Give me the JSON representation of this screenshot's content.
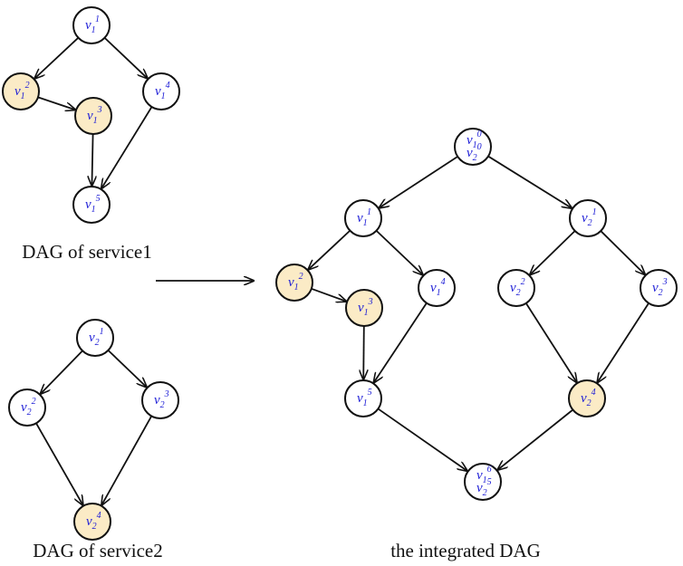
{
  "captions": {
    "service1": "DAG of service1",
    "service2": "DAG of service2",
    "integrated": "the integrated DAG"
  },
  "colors": {
    "highlight": "#FBEBC6",
    "plain": "#FFFFFF",
    "label": "#1A1AD6"
  },
  "graphs": {
    "service1": {
      "nodes": [
        {
          "id": "s1n1",
          "lines": [
            {
              "base": "v",
              "sub": "1",
              "sup": "1"
            }
          ],
          "highlighted": false
        },
        {
          "id": "s1n2",
          "lines": [
            {
              "base": "v",
              "sub": "1",
              "sup": "2"
            }
          ],
          "highlighted": true
        },
        {
          "id": "s1n3",
          "lines": [
            {
              "base": "v",
              "sub": "1",
              "sup": "3"
            }
          ],
          "highlighted": true
        },
        {
          "id": "s1n4",
          "lines": [
            {
              "base": "v",
              "sub": "1",
              "sup": "4"
            }
          ],
          "highlighted": false
        },
        {
          "id": "s1n5",
          "lines": [
            {
              "base": "v",
              "sub": "1",
              "sup": "5"
            }
          ],
          "highlighted": false
        }
      ],
      "edges": [
        [
          "s1n1",
          "s1n2"
        ],
        [
          "s1n1",
          "s1n4"
        ],
        [
          "s1n2",
          "s1n3"
        ],
        [
          "s1n3",
          "s1n5"
        ],
        [
          "s1n4",
          "s1n5"
        ]
      ]
    },
    "service2": {
      "nodes": [
        {
          "id": "s2n1",
          "lines": [
            {
              "base": "v",
              "sub": "2",
              "sup": "1"
            }
          ],
          "highlighted": false
        },
        {
          "id": "s2n2",
          "lines": [
            {
              "base": "v",
              "sub": "2",
              "sup": "2"
            }
          ],
          "highlighted": false
        },
        {
          "id": "s2n3",
          "lines": [
            {
              "base": "v",
              "sub": "2",
              "sup": "3"
            }
          ],
          "highlighted": false
        },
        {
          "id": "s2n4",
          "lines": [
            {
              "base": "v",
              "sub": "2",
              "sup": "4"
            }
          ],
          "highlighted": true
        }
      ],
      "edges": [
        [
          "s2n1",
          "s2n2"
        ],
        [
          "s2n1",
          "s2n3"
        ],
        [
          "s2n2",
          "s2n4"
        ],
        [
          "s2n3",
          "s2n4"
        ]
      ]
    },
    "integrated": {
      "nodes": [
        {
          "id": "in0",
          "lines": [
            {
              "base": "v",
              "sub": "1",
              "sup": "0"
            },
            {
              "base": "v",
              "sub": "2",
              "sup": "0"
            }
          ],
          "highlighted": false
        },
        {
          "id": "in11",
          "lines": [
            {
              "base": "v",
              "sub": "1",
              "sup": "1"
            }
          ],
          "highlighted": false
        },
        {
          "id": "in12",
          "lines": [
            {
              "base": "v",
              "sub": "1",
              "sup": "2"
            }
          ],
          "highlighted": true
        },
        {
          "id": "in13",
          "lines": [
            {
              "base": "v",
              "sub": "1",
              "sup": "3"
            }
          ],
          "highlighted": true
        },
        {
          "id": "in14",
          "lines": [
            {
              "base": "v",
              "sub": "1",
              "sup": "4"
            }
          ],
          "highlighted": false
        },
        {
          "id": "in15",
          "lines": [
            {
              "base": "v",
              "sub": "1",
              "sup": "5"
            }
          ],
          "highlighted": false
        },
        {
          "id": "in21",
          "lines": [
            {
              "base": "v",
              "sub": "2",
              "sup": "1"
            }
          ],
          "highlighted": false
        },
        {
          "id": "in22",
          "lines": [
            {
              "base": "v",
              "sub": "2",
              "sup": "2"
            }
          ],
          "highlighted": false
        },
        {
          "id": "in23",
          "lines": [
            {
              "base": "v",
              "sub": "2",
              "sup": "3"
            }
          ],
          "highlighted": false
        },
        {
          "id": "in24",
          "lines": [
            {
              "base": "v",
              "sub": "2",
              "sup": "4"
            }
          ],
          "highlighted": true
        },
        {
          "id": "in6",
          "lines": [
            {
              "base": "v",
              "sub": "1",
              "sup": "6"
            },
            {
              "base": "v",
              "sub": "2",
              "sup": "5"
            }
          ],
          "highlighted": false
        }
      ],
      "edges": [
        [
          "in0",
          "in11"
        ],
        [
          "in0",
          "in21"
        ],
        [
          "in11",
          "in12"
        ],
        [
          "in11",
          "in14"
        ],
        [
          "in12",
          "in13"
        ],
        [
          "in13",
          "in15"
        ],
        [
          "in14",
          "in15"
        ],
        [
          "in21",
          "in22"
        ],
        [
          "in21",
          "in23"
        ],
        [
          "in22",
          "in24"
        ],
        [
          "in23",
          "in24"
        ],
        [
          "in15",
          "in6"
        ],
        [
          "in24",
          "in6"
        ]
      ]
    }
  },
  "connector_arrow": {
    "from": "service1",
    "to": "integrated"
  }
}
